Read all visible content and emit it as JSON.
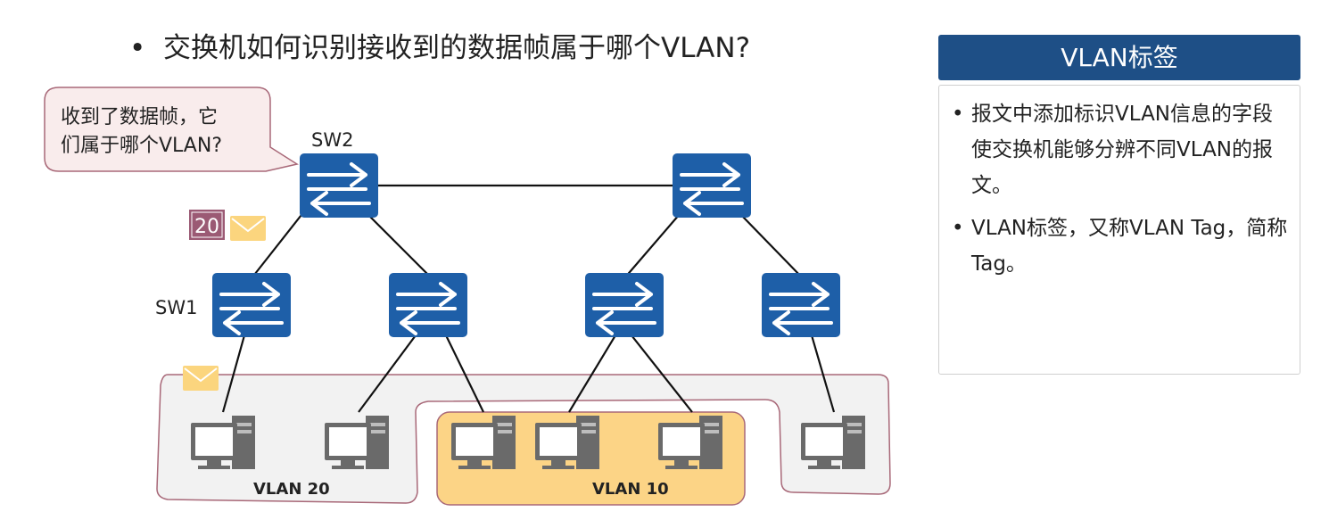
{
  "title": "交换机如何识别接收到的数据帧属于哪个VLAN?",
  "callout": {
    "line1": "收到了数据帧，它",
    "line2": "们属于哪个VLAN?"
  },
  "switch_labels": {
    "sw2": "SW2",
    "sw1": "SW1"
  },
  "tag_badge": "20",
  "vlan_labels": {
    "vlan20": "VLAN 20",
    "vlan10": "VLAN 10"
  },
  "panel": {
    "heading": "VLAN标签",
    "bullets": [
      "报文中添加标识VLAN信息的字段使交换机能够分辨不同VLAN的报文。",
      "VLAN标签，又称VLAN  Tag，简称Tag。"
    ]
  },
  "colors": {
    "switch": "#1e5fa8",
    "panel_header": "#1e4f86",
    "vlan10_fill": "#fcd486",
    "vlan20_fill": "#f2f2f2",
    "region_stroke": "#a86878",
    "tag_badge": "#9b5a74",
    "envelope": "#fbd57e"
  }
}
